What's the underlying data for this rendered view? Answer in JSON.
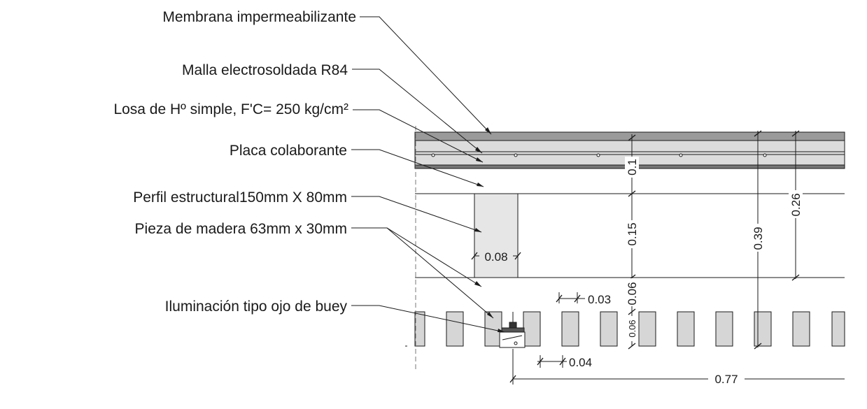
{
  "labels": {
    "membrana": "Membrana impermeabilizante",
    "malla": "Malla electrosoldada R84",
    "losa": "Losa de Hº simple,  F'C= 250 kg/cm²",
    "placa": "Placa colaborante",
    "perfil": "Perfil estructural150mm X 80mm",
    "madera": "Pieza de madera 63mm x 30mm",
    "iluminacion": "Iluminación tipo ojo de buey"
  },
  "dimensions": {
    "d_010": "0.1",
    "d_015": "0.15",
    "d_006_v": "0.06",
    "d_006_small": "0.06",
    "d_039": "0.39",
    "d_026": "0.26",
    "d_008": "0.08",
    "d_003": "0.03",
    "d_004": "0.04",
    "d_077": "0.77"
  },
  "colors": {
    "line": "#1a1a1a",
    "slab_dark": "#9a9a9a",
    "slab_light": "#dcdcdc",
    "wood": "#d6d6d6"
  }
}
